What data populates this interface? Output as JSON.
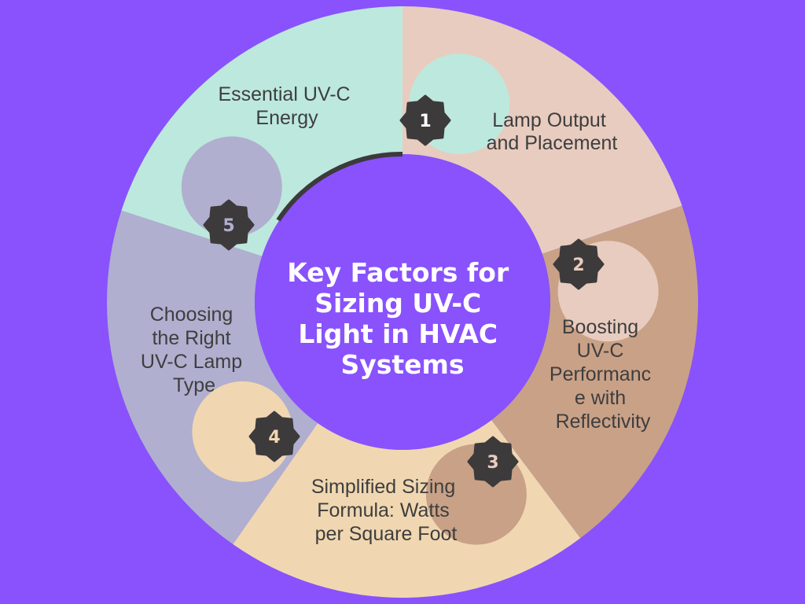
{
  "center": {
    "title_lines": [
      "Key Factors for",
      "Sizing UV-C",
      "Light in HVAC",
      "Systems"
    ]
  },
  "segments": [
    {
      "number": "1",
      "label_lines": [
        "Essential UV-C",
        "Energy"
      ],
      "color": "#bde8dd",
      "badge_color": "#3d3a3b",
      "badge_text_color": "#ffffff"
    },
    {
      "number": "2",
      "label_lines": [
        "Lamp Output",
        "and Placement"
      ],
      "color": "#e8ccbf",
      "badge_color": "#3d3a3b",
      "badge_text_color": "#e8ccbf"
    },
    {
      "number": "3",
      "label_lines": [
        "Boosting",
        "UV-C",
        "Performanc",
        "e with",
        "Reflectivity"
      ],
      "color": "#c9a187",
      "badge_color": "#3d3a3b",
      "badge_text_color": "#e8ccbf"
    },
    {
      "number": "4",
      "label_lines": [
        "Simplified Sizing",
        "Formula: Watts",
        "per Square Foot"
      ],
      "color": "#f0d7b1",
      "badge_color": "#3d3a3b",
      "badge_text_color": "#f0d7b1"
    },
    {
      "number": "5",
      "label_lines": [
        "Choosing",
        "the Right",
        "UV-C Lamp",
        "Type"
      ],
      "color": "#b0afcf",
      "badge_color": "#3d3a3b",
      "badge_text_color": "#b0afcf"
    }
  ],
  "colors": {
    "background": "#8952fc",
    "center": "#8952fc",
    "text": "#3e3e3e"
  }
}
